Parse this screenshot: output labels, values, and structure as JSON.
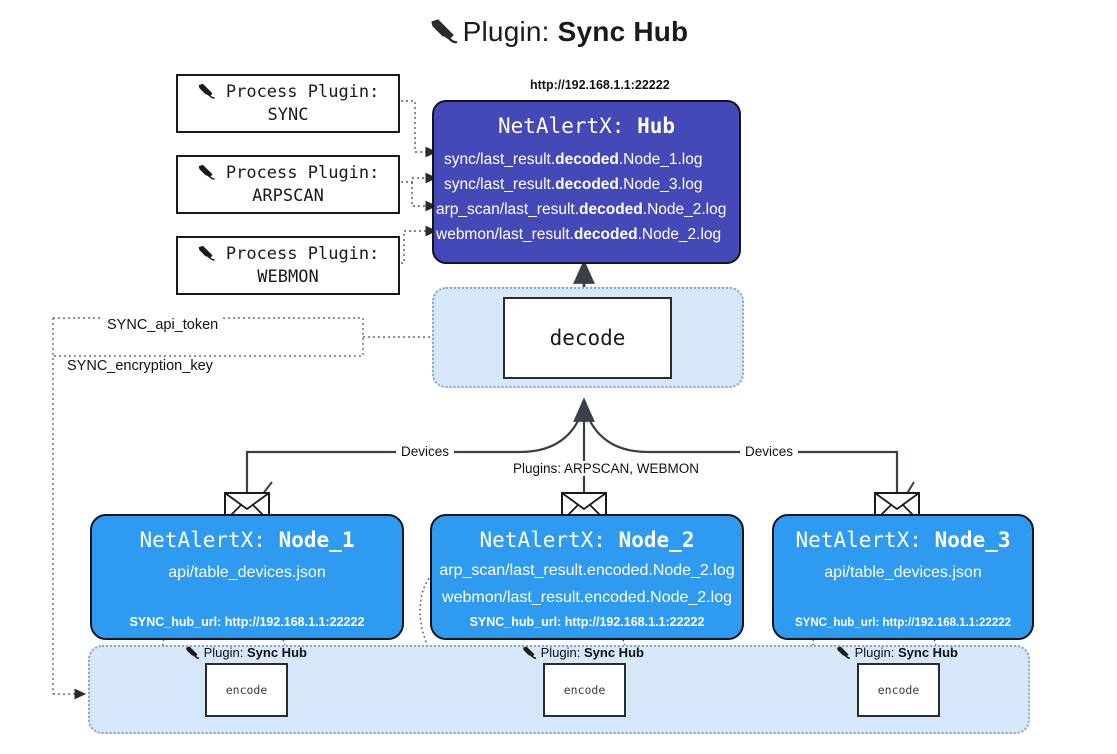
{
  "header": {
    "icon": "plug-icon",
    "label": "Plugin:",
    "value": "Sync Hub"
  },
  "hub": {
    "url_label": "http://192.168.1.1:22222",
    "title_prefix": "NetAlertX:",
    "title_name": "Hub",
    "logs": [
      {
        "pre": "sync/last_result.",
        "mid": "decoded",
        "post": ".Node_1.log"
      },
      {
        "pre": "sync/last_result.",
        "mid": "decoded",
        "post": ".Node_3.log"
      },
      {
        "pre": "arp_scan/last_result.",
        "mid": "decoded",
        "post": ".Node_2.log"
      },
      {
        "pre": "webmon/last_result.",
        "mid": "decoded",
        "post": ".Node_2.log"
      }
    ]
  },
  "process_plugins": [
    {
      "icon": "plug-icon",
      "line1": "Process Plugin:",
      "line2": "SYNC"
    },
    {
      "icon": "plug-icon",
      "line1": "Process Plugin:",
      "line2": "ARPSCAN"
    },
    {
      "icon": "plug-icon",
      "line1": "Process Plugin:",
      "line2": "WEBMON"
    }
  ],
  "decode": {
    "label": "decode"
  },
  "tokens": [
    {
      "label": "SYNC_api_token"
    },
    {
      "label": "SYNC_encryption_key"
    }
  ],
  "edge_labels": {
    "devices_left": "Devices",
    "devices_right": "Devices",
    "plugins_center": "Plugins: ARPSCAN, WEBMON"
  },
  "nodes": [
    {
      "title_prefix": "NetAlertX:",
      "title_name": "Node_1",
      "rows": [
        "api/table_devices.json"
      ],
      "footer": "SYNC_hub_url: http://192.168.1.1:22222",
      "icon": "envelope-icon"
    },
    {
      "title_prefix": "NetAlertX:",
      "title_name": "Node_2",
      "rows": [
        "arp_scan/last_result.encoded.Node_2.log",
        "webmon/last_result.encoded.Node_2.log"
      ],
      "footer": "SYNC_hub_url: http://192.168.1.1:22222",
      "icon": "envelope-icon"
    },
    {
      "title_prefix": "NetAlertX:",
      "title_name": "Node_3",
      "rows": [
        "api/table_devices.json"
      ],
      "footer": "SYNC_hub_url: http://192.168.1.1:22222",
      "icon": "envelope-icon"
    }
  ],
  "encoders": [
    {
      "plugin_label": "Plugin:",
      "plugin_value": "Sync Hub",
      "box_label": "encode",
      "icon": "plug-icon"
    },
    {
      "plugin_label": "Plugin:",
      "plugin_value": "Sync Hub",
      "box_label": "encode",
      "icon": "plug-icon"
    },
    {
      "plugin_label": "Plugin:",
      "plugin_value": "Sync Hub",
      "box_label": "encode",
      "icon": "plug-icon"
    }
  ],
  "colors": {
    "hub_fill": "#4549b7",
    "node_fill": "#2e9bf0",
    "band_fill": "#d5e7f9",
    "stroke": "#2b2b2b"
  }
}
